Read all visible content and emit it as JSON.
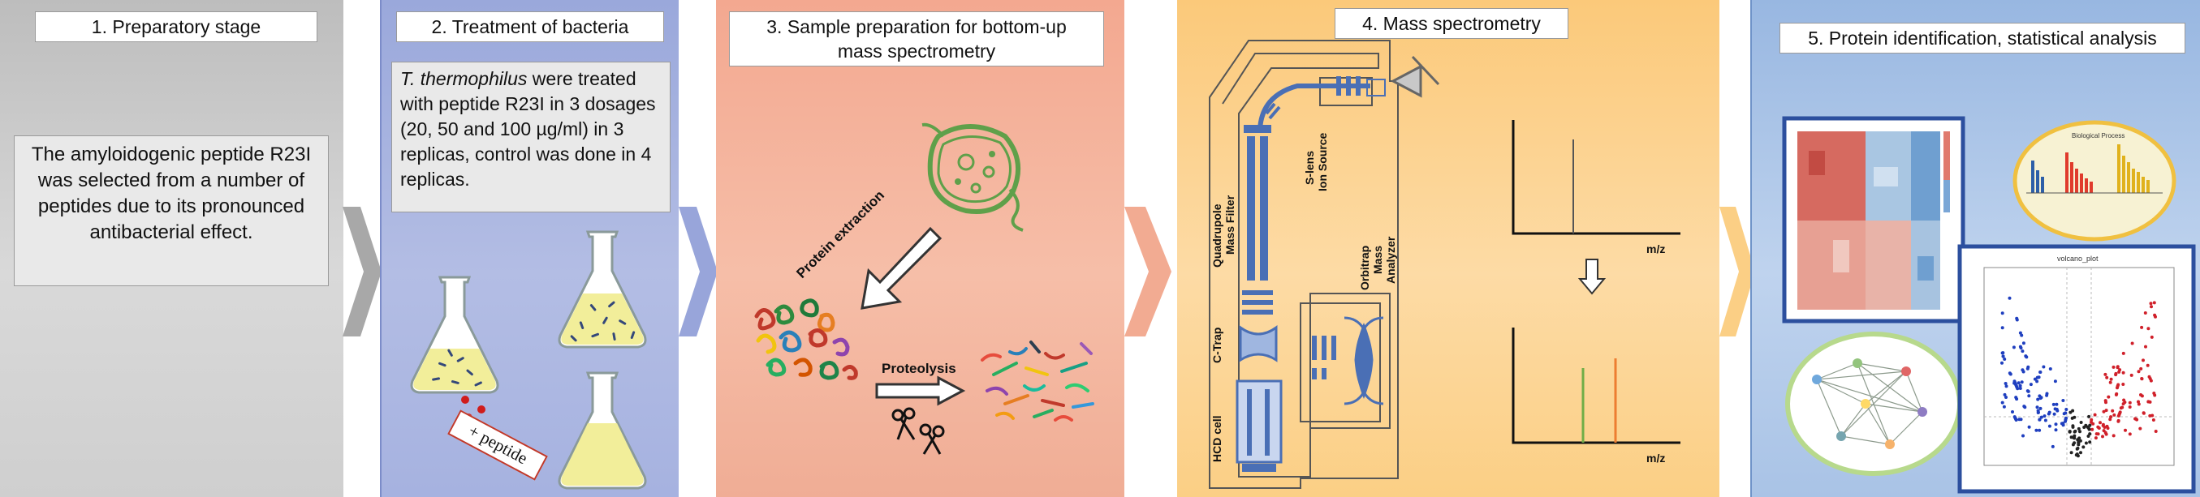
{
  "panels": {
    "stage1": {
      "title": "1. Preparatory stage",
      "text": "The amyloidogenic peptide R23I was selected from a number of peptides due to its pronounced antibacterial effect."
    },
    "stage2": {
      "title": "2. Treatment of bacteria",
      "text_italic": "T. thermophilus",
      "text_rest": " were treated with peptide R23I in 3 dosages (20, 50 and 100 µg/ml) in 3 replicas, control was done in 4 replicas.",
      "tag": "+ peptide"
    },
    "stage3": {
      "title_line1": "3. Sample preparation for bottom-up",
      "title_line2": "mass spectrometry",
      "label_extraction": "Protein extraction",
      "label_proteolysis": "Proteolysis"
    },
    "stage4": {
      "title": "4. Mass spectrometry",
      "labels": {
        "quadrupole_1": "Quadrupole",
        "quadrupole_2": "Mass Filter",
        "slens_1": "S-lens",
        "slens_2": "Ion Source",
        "orbitrap_1": "Orbitrap",
        "orbitrap_2": "Mass",
        "orbitrap_3": "Analyzer",
        "ctrap": "C-Trap",
        "hcd": "HCD cell"
      },
      "spectrum_axis": "m/z"
    },
    "stage5": {
      "title": "5. Protein identification, statistical analysis",
      "volcano_title": "volcano_plot",
      "bar_title": "Biological Process"
    }
  },
  "colors": {
    "stage1": "#d9d9d9",
    "stage2": "#b3bde4",
    "stage3": "#f6bea8",
    "stage4": "#fddba5",
    "stage5": "#bfd3ee",
    "bacteria": "#5fa04a",
    "flask_liquid": "#f2ee9a",
    "peak_green": "#70ad47",
    "peak_orange": "#ed7d31",
    "instrument_blue": "#4a6fb5"
  }
}
